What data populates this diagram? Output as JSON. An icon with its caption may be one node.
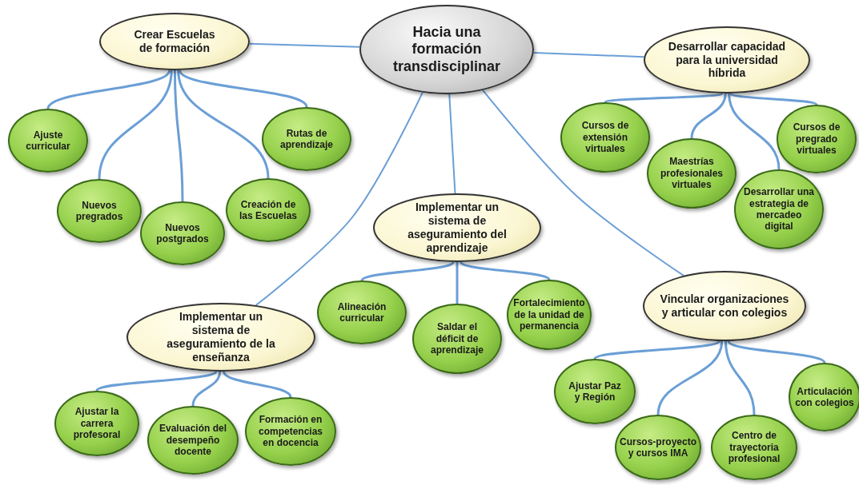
{
  "diagram": {
    "nodes": [
      {
        "text": [
          "Hacia una formación transdisciplinar"
        ]
      },
      {
        "text": [
          "Crear Escuelas de formación"
        ]
      },
      {
        "text": [
          "Desarrollar capacidad para la universidad híbrida"
        ]
      },
      {
        "text": [
          "Implementar un sistema de aseguramiento del aprendizaje"
        ]
      },
      {
        "text": [
          "Implementar un sistema de aseguramiento de la enseñanza"
        ]
      },
      {
        "text": [
          "Vincular organizaciones y articular con colegios"
        ]
      },
      {
        "text": [
          "Ajuste curricular"
        ]
      },
      {
        "text": [
          "Rutas de aprendizaje"
        ]
      },
      {
        "text": [
          "Nuevos pregrados"
        ]
      },
      {
        "text": [
          "Nuevos postgrados"
        ]
      },
      {
        "text": [
          "Creación de las Escuelas"
        ]
      },
      {
        "text": [
          "Cursos de extensión virtuales"
        ]
      },
      {
        "text": [
          "Cursos de pregrado virtuales"
        ]
      },
      {
        "text": [
          "Maestrías profesionales virtuales"
        ]
      },
      {
        "text": [
          "Desarrollar una estrategia de mercadeo digital"
        ]
      },
      {
        "text": [
          "Alineación curricular"
        ]
      },
      {
        "text": [
          "Saldar el déficit de aprendizaje"
        ]
      },
      {
        "text": [
          "Fortalecimiento de la unidad de permanencia"
        ]
      },
      {
        "text": [
          "Ajustar la carrera profesoral"
        ]
      },
      {
        "text": [
          "Evaluación del desempeño docente"
        ]
      },
      {
        "text": [
          "Formación en competencias en docencia"
        ]
      },
      {
        "text": [
          "Ajustar Paz y Región"
        ]
      },
      {
        "text": [
          "Articulación con colegios"
        ]
      },
      {
        "text": [
          "Cursos-proyecto y cursos IMA"
        ]
      },
      {
        "text": [
          "Centro de trayectoria profesional"
        ]
      }
    ],
    "edges": [
      {
        "from": 0,
        "to": 1,
        "arrow": "none"
      },
      {
        "from": 0,
        "to": 2,
        "arrow": "none"
      },
      {
        "from": 0,
        "to": 3,
        "arrow": "none"
      },
      {
        "from": 0,
        "to": 4,
        "arrow": "none"
      },
      {
        "from": 0,
        "to": 5,
        "arrow": "none"
      },
      {
        "from": 1,
        "to": 6,
        "arrow": "none"
      },
      {
        "from": 1,
        "to": 7,
        "arrow": "none"
      },
      {
        "from": 1,
        "to": 8,
        "arrow": "none"
      },
      {
        "from": 1,
        "to": 9,
        "arrow": "none"
      },
      {
        "from": 1,
        "to": 10,
        "arrow": "none"
      },
      {
        "from": 2,
        "to": 11,
        "arrow": "none"
      },
      {
        "from": 2,
        "to": 12,
        "arrow": "none"
      },
      {
        "from": 2,
        "to": 13,
        "arrow": "none"
      },
      {
        "from": 2,
        "to": 14,
        "arrow": "none"
      },
      {
        "from": 3,
        "to": 15,
        "arrow": "none"
      },
      {
        "from": 3,
        "to": 16,
        "arrow": "none"
      },
      {
        "from": 3,
        "to": 17,
        "arrow": "none"
      },
      {
        "from": 4,
        "to": 18,
        "arrow": "none"
      },
      {
        "from": 4,
        "to": 19,
        "arrow": "none"
      },
      {
        "from": 4,
        "to": 20,
        "arrow": "none"
      },
      {
        "from": 5,
        "to": 21,
        "arrow": "none"
      },
      {
        "from": 5,
        "to": 22,
        "arrow": "none"
      },
      {
        "from": 5,
        "to": 23,
        "arrow": "none"
      },
      {
        "from": 5,
        "to": 24,
        "arrow": "none"
      }
    ]
  }
}
